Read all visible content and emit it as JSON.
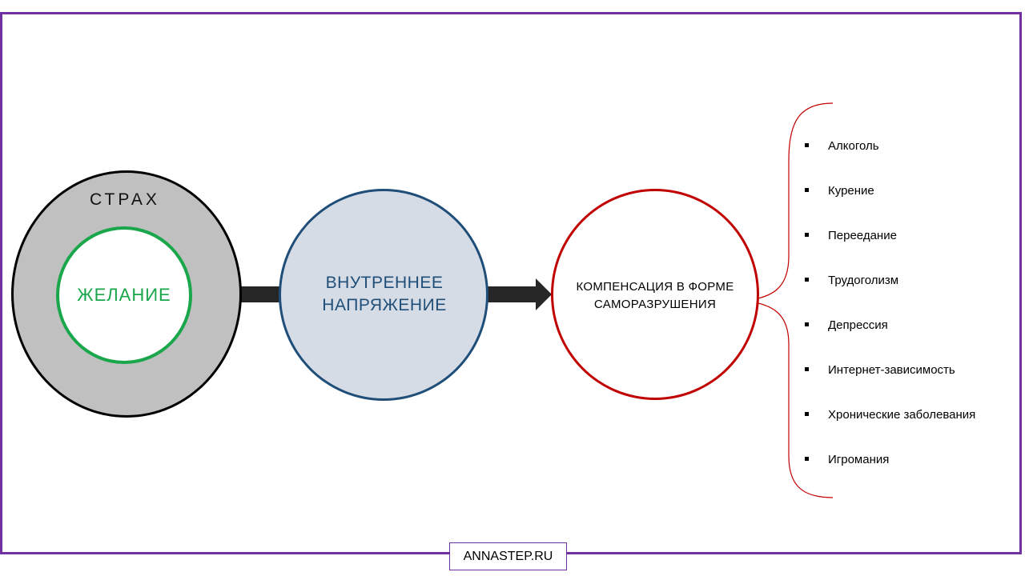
{
  "colors": {
    "frame": "#7030a0",
    "fear_fill": "#c0c0c0",
    "desire": "#1aa64a",
    "tension_fill": "#d6dce5",
    "tension_text": "#1f4e79",
    "compensation_border": "#c00000",
    "arrow": "#262626"
  },
  "nodes": {
    "fear": "СТРАХ",
    "desire": "ЖЕЛАНИЕ",
    "tension_line1": "ВНУТРЕННЕЕ",
    "tension_line2": "НАПРЯЖЕНИЕ",
    "compensation_line1": "КОМПЕНСАЦИЯ В ФОРМЕ",
    "compensation_line2": "САМОРАЗРУШЕНИЯ"
  },
  "list_items": [
    "Алкоголь",
    "Курение",
    "Переедание",
    "Трудоголизм",
    "Депрессия",
    "Интернет-зависимость",
    "Хронические заболевания",
    "Игромания"
  ],
  "footer": "ANNASTEP.RU"
}
